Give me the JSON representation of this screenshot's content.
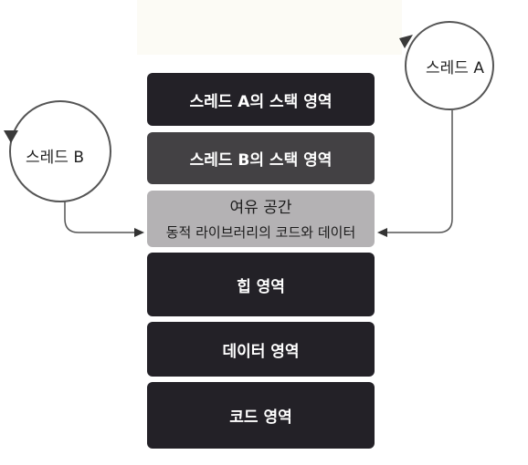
{
  "threads": {
    "a": "스레드 A",
    "b": "스레드 B"
  },
  "memory": {
    "stack_a": "스레드 A의 스택 영역",
    "stack_b": "스레드 B의 스택 영역",
    "free_space": "여유 공간",
    "shared_libs": "동적 라이브러리의 코드와 데이터",
    "heap": "힙 영역",
    "data": "데이터 영역",
    "code": "코드 영역"
  },
  "colors": {
    "block_dark": "#232127",
    "block_mid": "#434144",
    "block_light": "#b4b2b4",
    "stroke": "#555555"
  }
}
